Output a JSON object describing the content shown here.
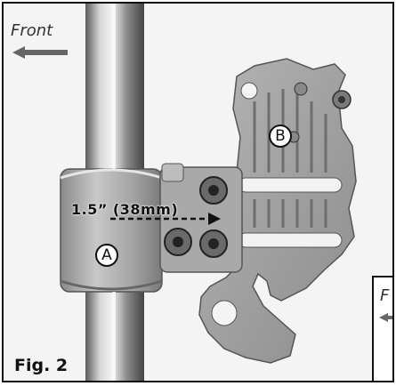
{
  "figure": {
    "direction_label": "Front",
    "direction_icon": "left-arrow-icon",
    "measurement_label": "1.5” (38mm)",
    "callout_a": "A",
    "callout_b": "B",
    "figure_label": "Fig. 2",
    "inset_letter": "F"
  },
  "colors": {
    "border": "#111111",
    "background": "#f4f4f4",
    "arrow": "#666666",
    "tube": "#9a9a9a",
    "metal": "#9b9b9b"
  }
}
